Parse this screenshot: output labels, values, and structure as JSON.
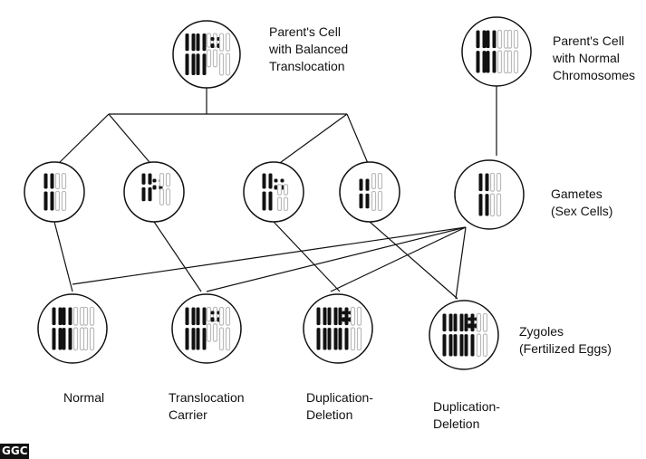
{
  "diagram": {
    "labels": {
      "parent_balanced": [
        "Parent's Cell",
        "with Balanced",
        "Translocation"
      ],
      "parent_normal": [
        "Parent's Cell",
        "with Normal",
        "Chromosomes"
      ],
      "gametes": [
        "Gametes",
        "(Sex Cells)"
      ],
      "zygotes": [
        "Zygoles",
        "(Fertilized Eggs)"
      ],
      "outcome_normal": [
        "Normal"
      ],
      "outcome_carrier": [
        "Translocation",
        "Carrier"
      ],
      "outcome_dupdel_1": [
        "Duplication-",
        "Deletion"
      ],
      "outcome_dupdel_2": [
        "Duplication-",
        "Deletion"
      ]
    },
    "logo_text": "GGC",
    "colors": {
      "line": "#111111",
      "dark_chromosome": "#111111",
      "light_chromosome": "#bbbbbb"
    }
  }
}
